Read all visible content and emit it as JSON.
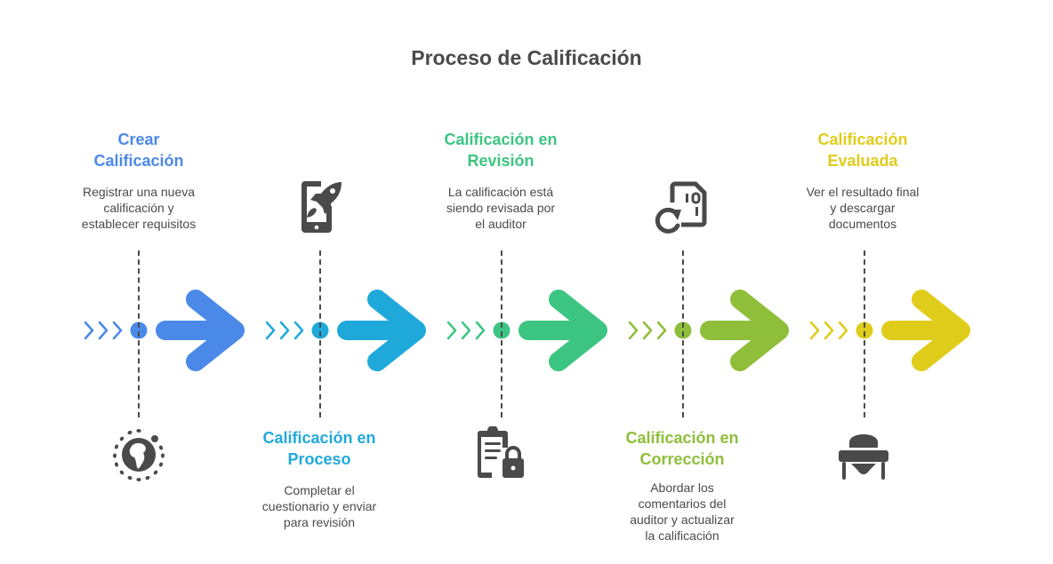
{
  "title": "Proceso de Calificación",
  "steps": [
    {
      "title_line1": "Crear",
      "title_line2": "Calificación",
      "desc_line1": "Registrar una nueva",
      "desc_line2": "calificación y",
      "desc_line3": "establecer requisitos",
      "desc_line4": "",
      "color": "#4a89e8",
      "icon": "globe-africa-icon",
      "label_position": "top"
    },
    {
      "title_line1": "Calificación en",
      "title_line2": "Proceso",
      "desc_line1": "Completar el",
      "desc_line2": "cuestionario y enviar",
      "desc_line3": "para revisión",
      "desc_line4": "",
      "color": "#1fa9db",
      "icon": "phone-rocket-icon",
      "label_position": "bottom"
    },
    {
      "title_line1": "Calificación en",
      "title_line2": "Revisión",
      "desc_line1": "La calificación está",
      "desc_line2": "siendo revisada por",
      "desc_line3": "el auditor",
      "desc_line4": "",
      "color": "#3cc582",
      "icon": "clipboard-lock-icon",
      "label_position": "top"
    },
    {
      "title_line1": "Calificación en",
      "title_line2": "Corrección",
      "desc_line1": "Abordar los",
      "desc_line2": "comentarios del",
      "desc_line3": "auditor y actualizar",
      "desc_line4": "la calificación",
      "color": "#8fbe3a",
      "icon": "binary-file-refresh-icon",
      "label_position": "bottom"
    },
    {
      "title_line1": "Calificación",
      "title_line2": "Evaluada",
      "desc_line1": "Ver el resultado final",
      "desc_line2": "y descargar",
      "desc_line3": "documentos",
      "desc_line4": "",
      "color": "#e0cc1b",
      "icon": "high-chair-icon",
      "label_position": "top"
    }
  ],
  "colors": {
    "title": "#4a4a4a",
    "text": "#4a4a4a",
    "icon": "#4a4a4a"
  }
}
